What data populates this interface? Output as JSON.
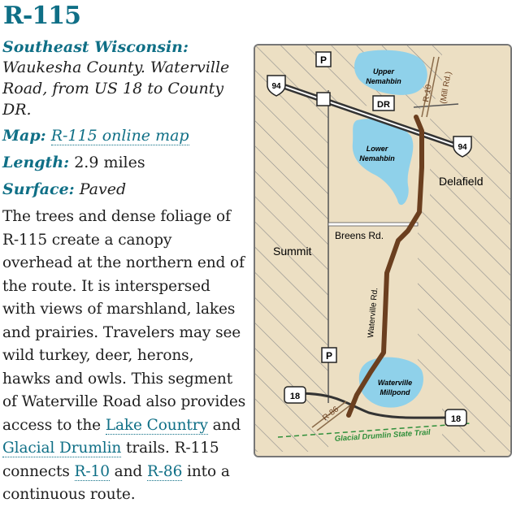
{
  "page": {
    "title": "R-115",
    "region": "Southeast Wisconsin:",
    "region_detail": "Waukesha County. Waterville Road, from US 18 to County DR."
  },
  "fields": {
    "map_label": "Map:",
    "map_link": "R-115 online map",
    "length_label": "Length:",
    "length_value": "2.9 miles",
    "surface_label": "Surface:",
    "surface_value": "Paved"
  },
  "description": {
    "part1": "The trees and dense foliage of R-115 create a canopy overhead at the northern end of the route. It is interspersed with views of marshland, lakes and prairies. Travelers may see wild turkey, deer, herons, hawks and owls. This segment of Waterville Road also provides access to the ",
    "link_lake_country": "Lake Country",
    "part2": " and ",
    "link_glacial_drumlin": "Glacial Drumlin",
    "part3": " trails. R-115 connects ",
    "link_r10": "R-10",
    "part4": " and ",
    "link_r86": "R-86",
    "part5": " into a continuous route."
  },
  "map": {
    "labels": {
      "upper_lake_1": "Upper",
      "upper_lake_2": "Nemahbin",
      "lower_lake_1": "Lower",
      "lower_lake_2": "Nemahbin",
      "millpond_1": "Waterville",
      "millpond_2": "Millpond",
      "delafield": "Delafield",
      "summit": "Summit",
      "breens": "Breens Rd.",
      "waterville_rd": "Waterville Rd.",
      "r10": "R-10",
      "mill_rd": "(Mill Rd.)",
      "r86": "R-86",
      "trail": "Glacial Drumlin State Trail",
      "interstate_94": "94",
      "us_18": "18",
      "county_dr": "DR",
      "parking": "P"
    },
    "colors": {
      "land": "#ecdfc3",
      "water": "#8fd1ea",
      "route": "#6b3f1f",
      "trail": "#2f8f3a",
      "hatch": "#8a8a8a"
    }
  }
}
